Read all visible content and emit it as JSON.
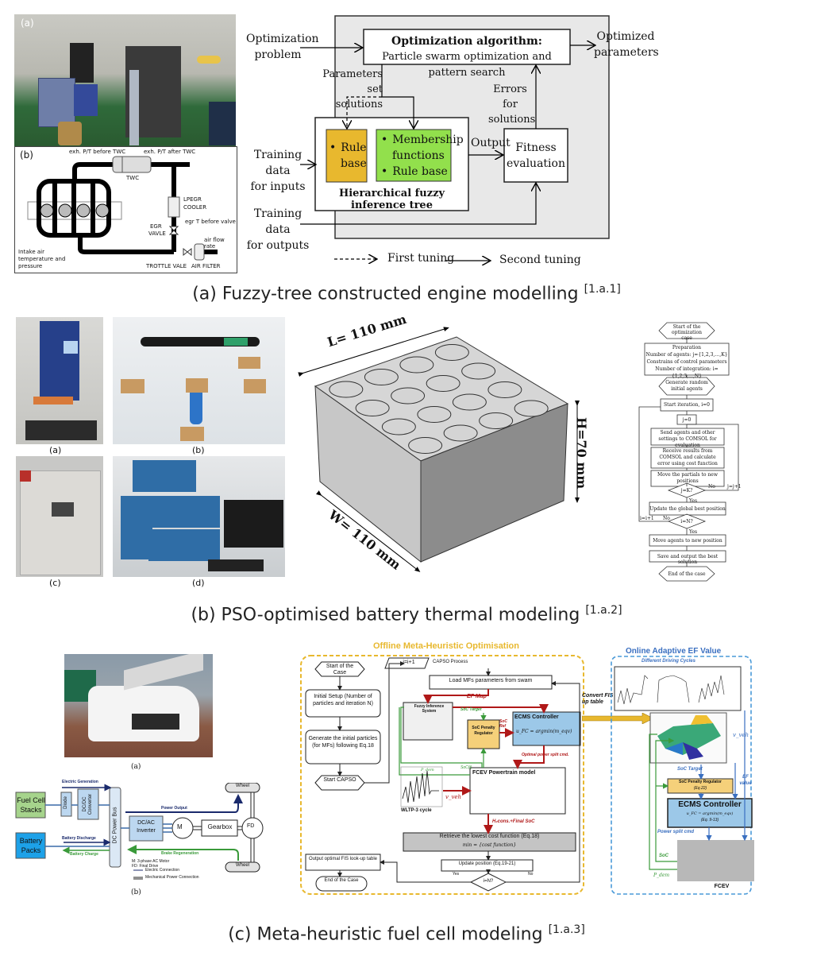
{
  "panel_a": {
    "photo_label_a": "(a)",
    "schematic_label_b": "(b)",
    "schematic": {
      "exh_before": "exh. P/T before TWC",
      "exh_after": "exh. P/T after TWC",
      "twc": "TWC",
      "lpegr_1": "LPEGR",
      "lpegr_2": "COOLER",
      "egr_t": "egr T before valve",
      "egr_valve_1": "EGR",
      "egr_valve_2": "VAVLE",
      "air_flow": "air flow rate",
      "intake_1": "Intake air",
      "intake_2": "temperature and",
      "intake_3": "pressure",
      "throttle": "TROTTLE VALE",
      "air_filter": "AIR FILTER"
    },
    "flow": {
      "opt_problem_1": "Optimization",
      "opt_problem_2": "problem",
      "opt_algo_title": "Optimization algorithm:",
      "opt_algo_sub": "Particle swarm optimization and pattern search",
      "optimized_1": "Optimized",
      "optimized_2": "parameters",
      "param_set_1": "Parameters set",
      "param_set_2": "solutions",
      "errors_1": "Errors for",
      "errors_2": "solutions",
      "rule_base_1": "Rule",
      "rule_base_2": "base",
      "membership_1": "Membership",
      "membership_2": "functions",
      "membership_3": "Rule base",
      "tree_title": "Hierarchical fuzzy inference tree",
      "output": "Output",
      "fitness_1": "Fitness",
      "fitness_2": "evaluation",
      "train_in_1": "Training data",
      "train_in_2": "for inputs",
      "train_out_1": "Training data",
      "train_out_2": "for outputs",
      "legend_first": "First tuning",
      "legend_second": "Second tuning"
    },
    "caption": "(a) Fuzzy-tree constructed engine modelling",
    "caption_ref": "[1.a.1]"
  },
  "panel_b": {
    "photo_labels": [
      "(a)",
      "(b)",
      "(c)",
      "(d)"
    ],
    "dim_l": "L= 110 mm",
    "dim_w": "W= 110 mm",
    "dim_h": "H=70 mm",
    "flowchart": [
      "Start of the optimization case",
      "Preparation",
      "Number of agents: j={1,2,3,…,K}",
      "Constrains of control parameters",
      "Number of integration: i={1,2,3,…,N}",
      "Generate random initial agents",
      "Start iteration, i=0",
      "j=0",
      "Send agents and other settings to COMSOL for evaluation",
      "Receive results from COMSOL and calculate error using cost function",
      "Move the partials to new positions",
      "j=K?",
      "Update the global best position",
      "i=N?",
      "Move agents to new position",
      "Save and output the best solution",
      "End of the case"
    ],
    "flow_yes": "Yes",
    "flow_no": "No",
    "flow_j_inc": "j=j+1",
    "flow_i_inc": "i=i+1",
    "caption": "(b) PSO-optimised battery thermal modeling",
    "caption_ref": "[1.a.2]"
  },
  "panel_c": {
    "photo_label_a": "(a)",
    "powertrain_label_b": "(b)",
    "powertrain": {
      "fuel_cell": "Fuel Cell Stacks",
      "battery": "Battery Packs",
      "diode": "Diode",
      "dcdc": "DC/DC Converter",
      "dc_bus": "DC Power Bus",
      "inverter": "DC/AC Inverter",
      "motor": "M",
      "gearbox": "Gearbox",
      "fd": "FD",
      "wheel_top": "Wheel",
      "wheel_bottom": "Wheel",
      "electric_generation": "Electric Generation",
      "battery_discharge": "Battery Discharge",
      "battery_charge": "Battery Charge",
      "power_output": "Power Output",
      "brake_regen": "Brake Regeneration",
      "legend_m": "M:  3-phase AC Motor",
      "legend_fd": "FD:  Final Drive",
      "legend_elec": "Electric Connection",
      "legend_mech": "Mechanical Power Connection"
    },
    "offline": {
      "title": "Offline Meta-Heuristic Optimisation",
      "start": "Start of the Case",
      "initial_setup": "Initial Setup (Number of particles and iteration N)",
      "generate": "Generate the initial particles (for MFs) following Eq.18",
      "start_capso": "Start CAPSO",
      "i_inc": "i=i+1",
      "capso_process": "CAPSO Process",
      "load_mfs": "Load MFs parameters from swam",
      "ef_map": "EF Map",
      "fis": "Fuzzy Inference System",
      "soc_target": "SoC Target",
      "soc_ref": "SoC Ref",
      "soc_penalty": "SoC Penalty Regulator",
      "ecms": "ECMS Controller",
      "ecms_eq": "u_FC = argmin(m_eqv)",
      "optimal_split": "Optimal power split cmd.",
      "p_dem": "P_dem",
      "soc_t": "SoC(t)",
      "fcev_model": "FCEV Powertrain model",
      "v_veh": "v_veh",
      "wltp": "WLTP-3 cycle",
      "h2_cons": "H₂cons.+Final SoC",
      "retrieve": "Retrieve the lowest cost function (Eq.18)",
      "retrieve_eq": "min = {cost function}",
      "update": "Update position (Eq.19-21)",
      "i_eq_n": "i=N?",
      "yes": "Yes",
      "no": "No",
      "output_fis": "Output optimal FIS look-up table",
      "end": "End of the Case"
    },
    "convert": "Convert FIS to Look-up table",
    "online": {
      "title": "Online Adaptive EF Value",
      "driving_cycles": "Different Driving Cycles",
      "v_veh": "v_veh",
      "soc_target": "SoC Target",
      "ef_value": "EF value",
      "soc_penalty": "SoC Penalty Regulator",
      "soc_penalty_eq": "(Eq.22)",
      "ecms": "ECMS Controller",
      "ecms_eq": "u_FC = argmin(m_eqv)",
      "ecms_ref": "(Eq. 9-13)",
      "power_split": "Power split cmd",
      "soc": "SoC",
      "p_dem": "P_dem",
      "fcev": "FCEV"
    },
    "caption": "(c) Meta-heuristic fuel cell modeling",
    "caption_ref": "[1.a.3]"
  },
  "colors": {
    "rule_base": "#e8b82e",
    "membership": "#92e04c",
    "opt_bg": "#e8e8e8",
    "fuel_cell": "#a6d48c",
    "battery": "#1da1e8",
    "converter": "#bcd7f0",
    "offline_border": "#e8b82e",
    "online_border": "#4a9ad8",
    "dark_red": "#b01818",
    "green": "#3a9a3a",
    "ecms_fill": "#9cc8e8",
    "penalty_fill": "#f5d07a"
  }
}
